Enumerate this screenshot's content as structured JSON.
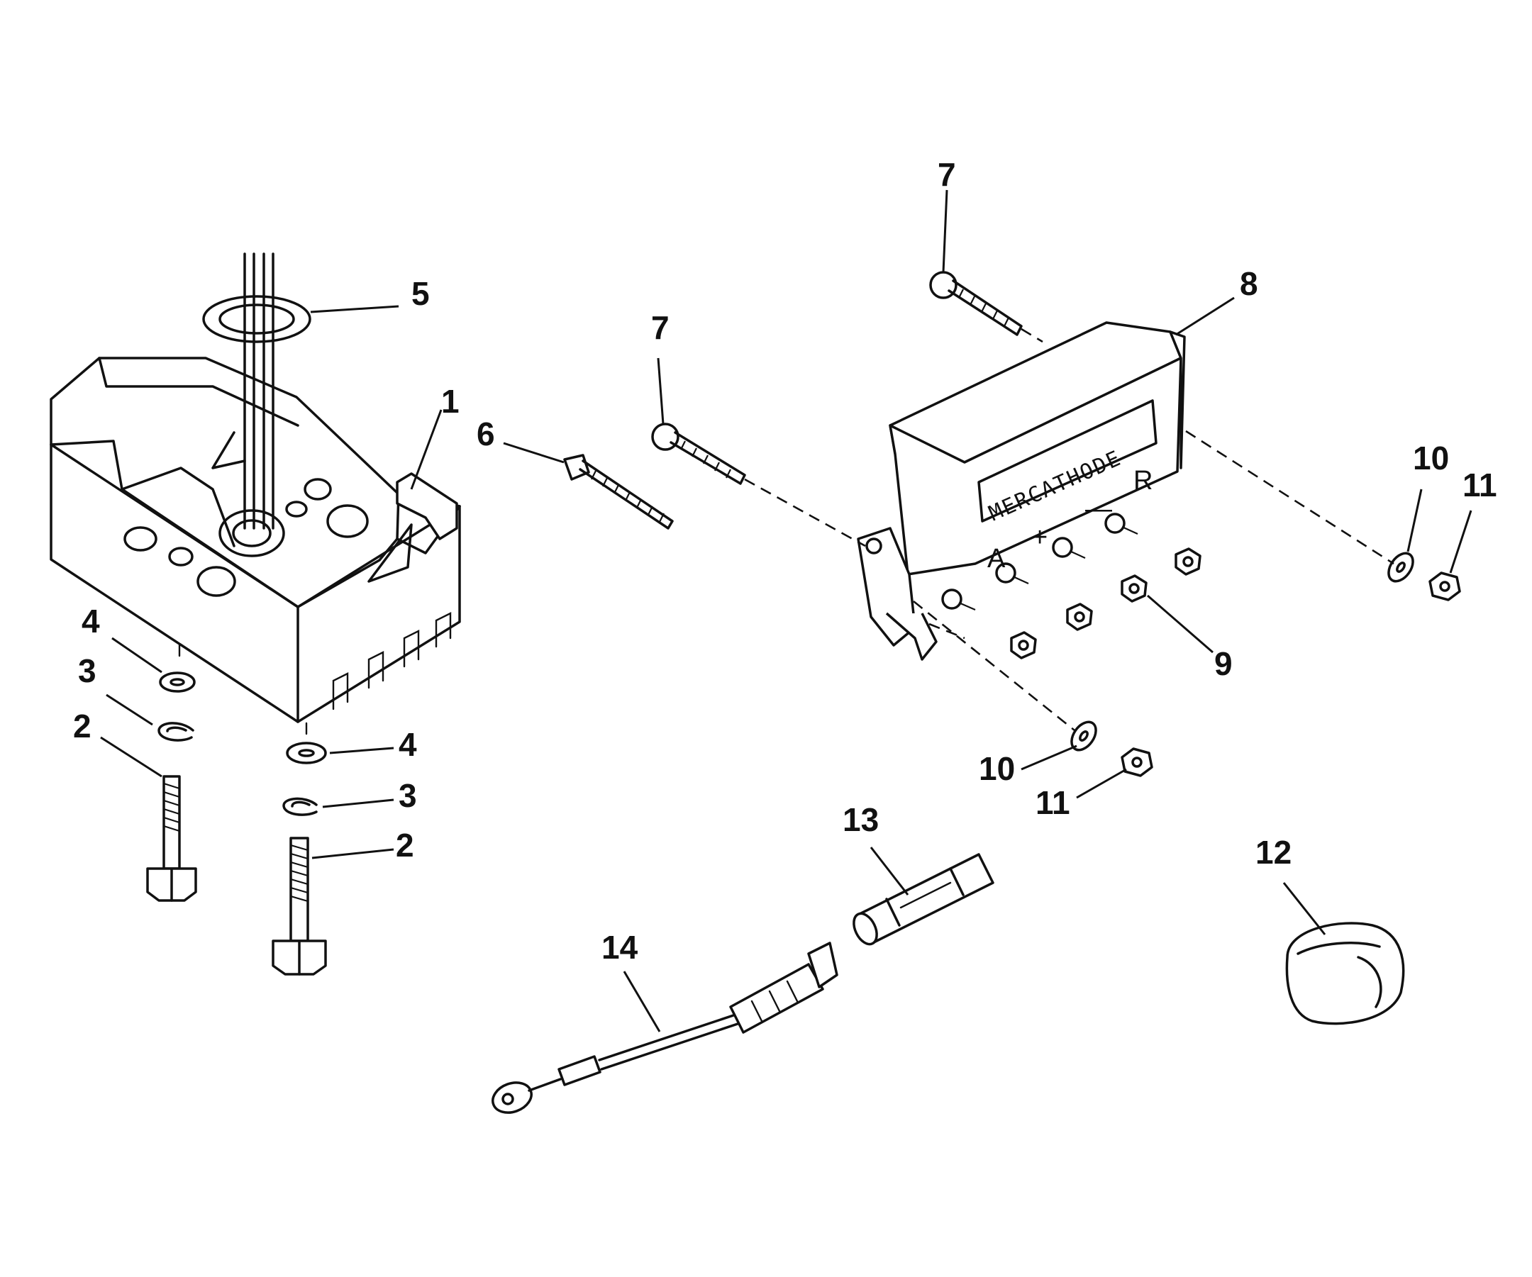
{
  "diagram": {
    "callouts": [
      {
        "id": "c1",
        "label": "1"
      },
      {
        "id": "c2a",
        "label": "2"
      },
      {
        "id": "c2b",
        "label": "2"
      },
      {
        "id": "c3a",
        "label": "3"
      },
      {
        "id": "c3b",
        "label": "3"
      },
      {
        "id": "c4a",
        "label": "4"
      },
      {
        "id": "c4b",
        "label": "4"
      },
      {
        "id": "c5",
        "label": "5"
      },
      {
        "id": "c6",
        "label": "6"
      },
      {
        "id": "c7a",
        "label": "7"
      },
      {
        "id": "c7b",
        "label": "7"
      },
      {
        "id": "c8",
        "label": "8"
      },
      {
        "id": "c9",
        "label": "9"
      },
      {
        "id": "c10a",
        "label": "10"
      },
      {
        "id": "c10b",
        "label": "10"
      },
      {
        "id": "c11a",
        "label": "11"
      },
      {
        "id": "c11b",
        "label": "11"
      },
      {
        "id": "c12",
        "label": "12"
      },
      {
        "id": "c13",
        "label": "13"
      },
      {
        "id": "c14",
        "label": "14"
      }
    ],
    "controller_label": "MERCATHODE",
    "terminals": {
      "a": "A",
      "plus": "+",
      "minus": "—",
      "r": "R"
    },
    "line_color": "#111111",
    "background_color": "#ffffff"
  }
}
